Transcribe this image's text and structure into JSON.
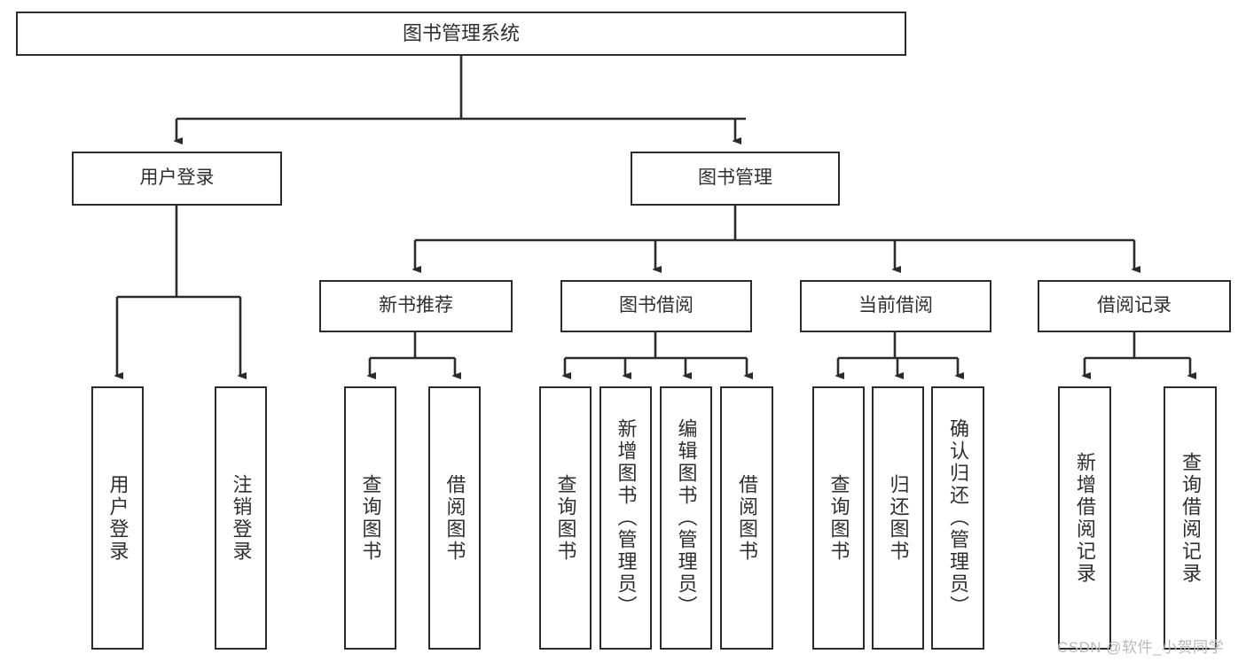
{
  "diagram": {
    "title": "图书管理系统",
    "type": "tree-hierarchy-diagram",
    "colors": {
      "stroke": "#2b2b2b",
      "text": "#2f2f2f",
      "background": "#ffffff",
      "watermark": "#b9b9b9"
    },
    "nodes": {
      "root": {
        "label": "图书管理系统"
      },
      "level1": [
        {
          "label": "用户登录"
        },
        {
          "label": "图书管理"
        }
      ],
      "level2": [
        {
          "label": "新书推荐"
        },
        {
          "label": "图书借阅"
        },
        {
          "label": "当前借阅"
        },
        {
          "label": "借阅记录"
        }
      ],
      "leaves_user_login": [
        {
          "label": "用户登录"
        },
        {
          "label": "注销登录"
        }
      ],
      "leaves_new_book": [
        {
          "label": "查询图书"
        },
        {
          "label": "借阅图书"
        }
      ],
      "leaves_borrow": [
        {
          "label": "查询图书"
        },
        {
          "label": "新增图书（管理员）"
        },
        {
          "label": "编辑图书（管理员）"
        },
        {
          "label": "借阅图书"
        }
      ],
      "leaves_current": [
        {
          "label": "查询图书"
        },
        {
          "label": "归还图书"
        },
        {
          "label": "确认归还（管理员）"
        }
      ],
      "leaves_records": [
        {
          "label": "新增借阅记录"
        },
        {
          "label": "查询借阅记录"
        }
      ]
    },
    "watermark": "CSDN @软件_小贺同学"
  }
}
